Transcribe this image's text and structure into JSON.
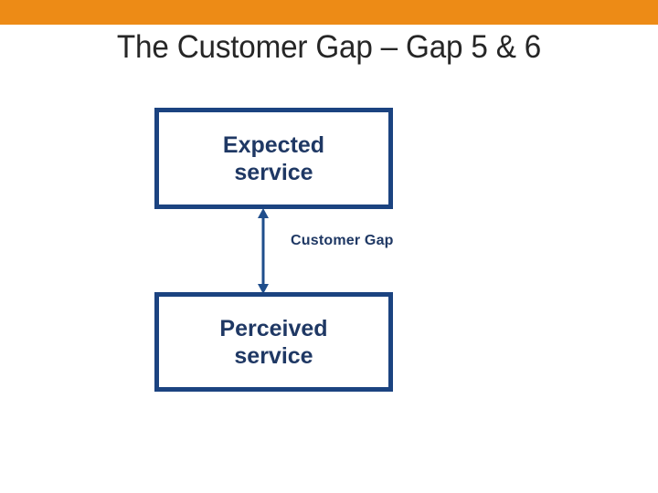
{
  "slide": {
    "title": "The Customer Gap – Gap 5 & 6",
    "accent_bar_color": "#ED8B16",
    "background_color": "#FFFFFF",
    "title_color": "#262626"
  },
  "diagram": {
    "box_border_color": "#1B4380",
    "box_text_color": "#1F3864",
    "arrow_color": "#1F4E8C",
    "boxes": [
      {
        "id": "expected-service",
        "label": "Expected\nservice"
      },
      {
        "id": "perceived-service",
        "label": "Perceived\nservice"
      }
    ],
    "connector": {
      "label": "Customer Gap",
      "style": "double-headed-vertical-arrow"
    }
  }
}
